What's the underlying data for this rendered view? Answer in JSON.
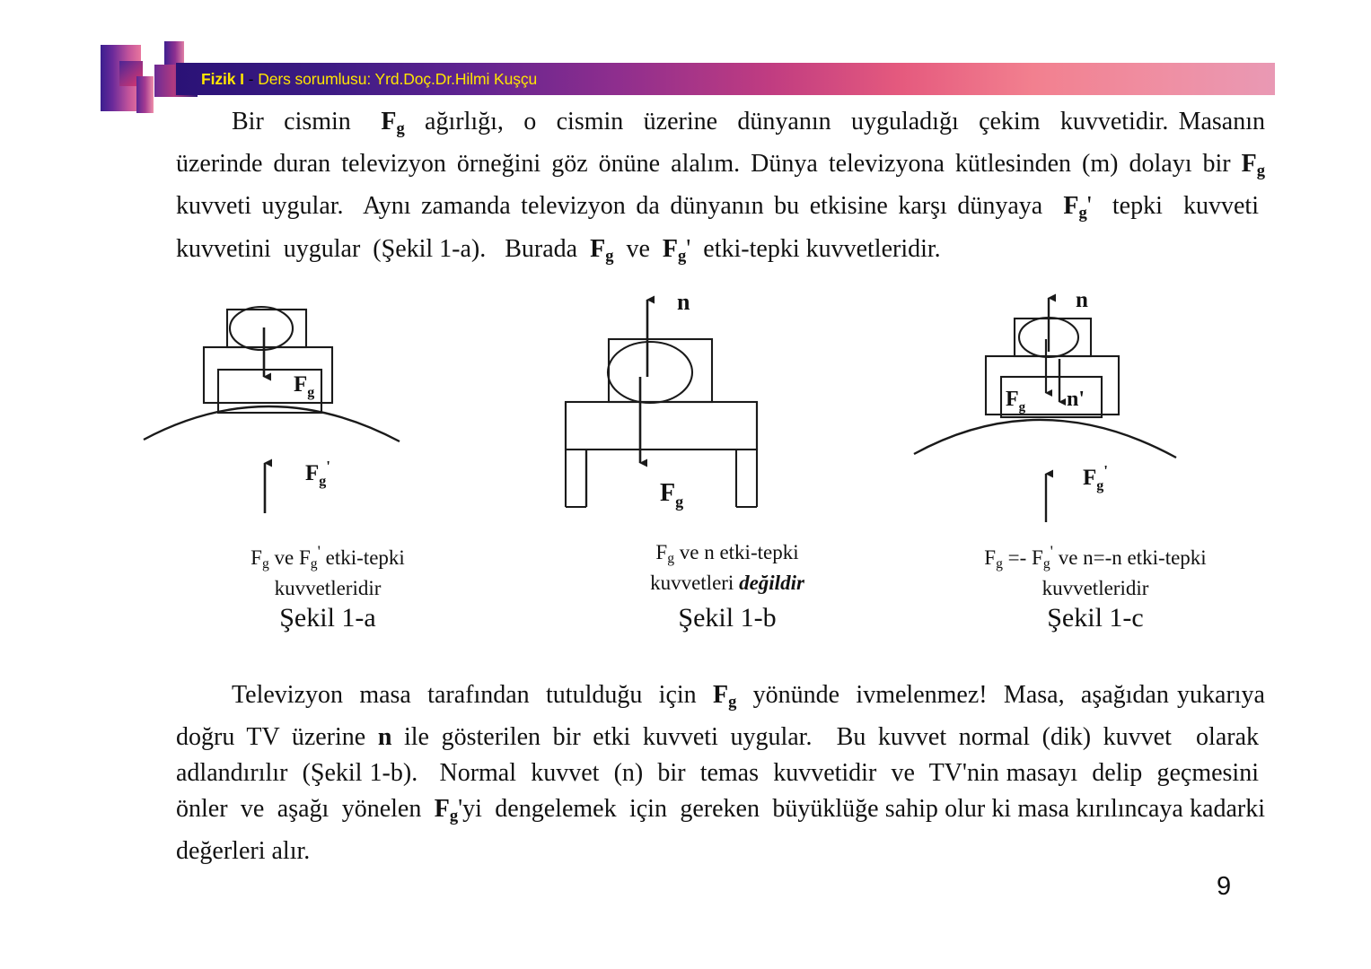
{
  "header": {
    "course": "Fizik I",
    "separator": " - ",
    "instructor_line": "Ders sorumlusu: Yrd.Doç.Dr.Hilmi Kuşçu",
    "full_title": "Fizik I - Ders sorumlusu: Yrd.Doç.Dr.Hilmi Kuşçu",
    "accent_yellow": "#ffe600",
    "bar_gradient_start": "#2a1276",
    "bar_gradient_end": "#e999b4"
  },
  "body": {
    "paragraph_top": "Bir cismin Fg ağırlığı, o cismin üzerine dünyanın uyguladığı çekim kuvvetidir. Masanın üzerinde duran televizyon örneğini göz önüne alalım. Dünya televizyona kütlesinden (m) dolayı bir Fg kuvveti uygular. Aynı zamanda televizyon da dünyanın bu etkisine karşı dünyaya Fg' tepki kuvveti kuvvetini uygular (Şekil 1-a). Burada Fg ve Fg' etki-tepki kuvvetleridir.",
    "paragraph_bottom": "Televizyon masa tarafından tutulduğu için Fg yönünde ivmelenmez! Masa, aşağıdan yukarıya doğru TV üzerine n ile gösterilen bir etki kuvveti uygular. Bu kuvvet normal (dik) kuvvet olarak adlandırılır (Şekil 1-b). Normal kuvvet (n) bir temas kuvvetidir ve TV'nin masayı delip geçmesini önler ve aşağı yönelen Fg'yi dengelemek için gereken büyüklüğe sahip olur ki masa kırılıncaya kadarki değerleri alır."
  },
  "figures": [
    {
      "id": "a",
      "label": "Şekil 1-a",
      "caption_line1_pre": "F",
      "caption_line1_sub": "g",
      "caption_line1_mid": " ve F",
      "caption_line1_sub2": "g",
      "caption_line1_prime": "'",
      "caption_line1_post": " etki-tepki",
      "caption_line2": "kuvvetleridir",
      "arrows": [
        {
          "name": "Fg",
          "label_main": "F",
          "label_sub": "g",
          "label_prime": "",
          "direction": "down"
        },
        {
          "name": "Fg-prime",
          "label_main": "F",
          "label_sub": "g",
          "label_prime": "'",
          "direction": "up"
        }
      ]
    },
    {
      "id": "b",
      "label": "Şekil 1-b",
      "caption_line1_pre": "F",
      "caption_line1_sub": "g",
      "caption_line1_mid": " ve n etki-tepki",
      "caption_line2_pre": "kuvvetleri ",
      "caption_line2_em": "değildir",
      "arrows": [
        {
          "name": "n",
          "label_main": "n",
          "label_sub": "",
          "label_prime": "",
          "direction": "up"
        },
        {
          "name": "Fg",
          "label_main": "F",
          "label_sub": "g",
          "label_prime": "",
          "direction": "down"
        }
      ]
    },
    {
      "id": "c",
      "label": "Şekil 1-c",
      "caption_line1": "F",
      "caption_line1_sub": "g",
      "caption_line1_eq": " =- F",
      "caption_line1_sub2": "g",
      "caption_line1_prime": "'",
      "caption_line1_post": " ve n=-n etki-tepki",
      "caption_line2": "kuvvetleridir",
      "arrows": [
        {
          "name": "n",
          "label_main": "n",
          "label_sub": "",
          "label_prime": "",
          "direction": "up"
        },
        {
          "name": "Fg",
          "label_main": "F",
          "label_sub": "g",
          "label_prime": "",
          "direction": "down"
        },
        {
          "name": "n-prime",
          "label_main": "n",
          "label_sub": "",
          "label_prime": "'",
          "direction": "down"
        },
        {
          "name": "Fg-prime",
          "label_main": "F",
          "label_sub": "g",
          "label_prime": "'",
          "direction": "up"
        }
      ]
    }
  ],
  "footer": {
    "page_number": "9"
  }
}
